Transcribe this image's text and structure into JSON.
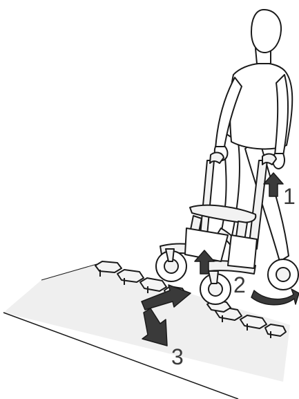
{
  "steps": [
    {
      "label": "1"
    },
    {
      "label": "2"
    },
    {
      "label": "3"
    }
  ],
  "colors": {
    "outline": "#1a1a1a",
    "ground": "#efefef",
    "walker_fill": "#f2f2f2",
    "arrow": "#3a3a3a"
  },
  "icons": [
    "person-figure",
    "rollator-walker",
    "curb-stones",
    "arrow-up",
    "arrow-curved",
    "arrow-down-right"
  ]
}
